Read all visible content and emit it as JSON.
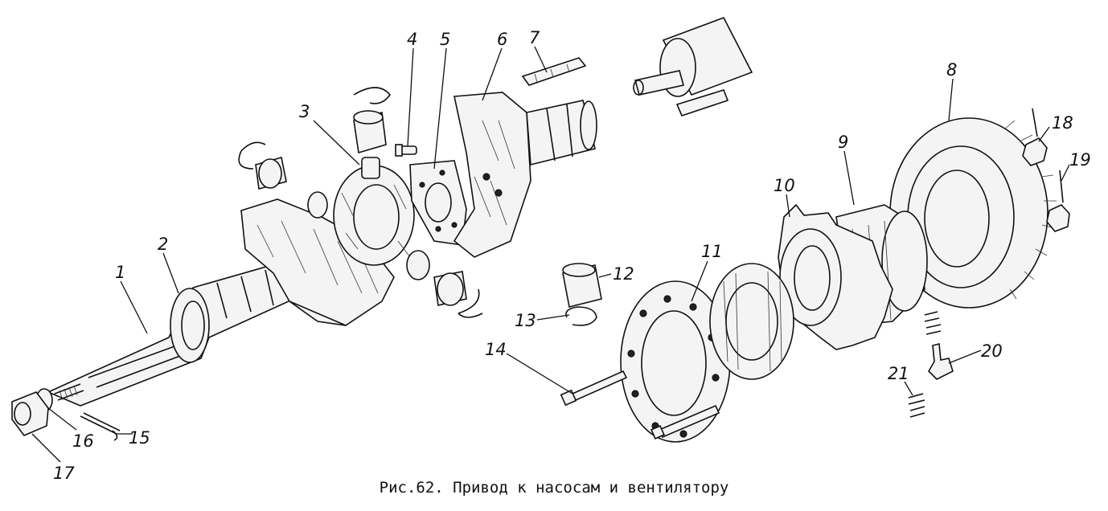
{
  "caption": "Рис.62. Привод к насосам и вентилятору",
  "callouts": [
    {
      "id": "1",
      "label": "1"
    },
    {
      "id": "2",
      "label": "2"
    },
    {
      "id": "3",
      "label": "3"
    },
    {
      "id": "4",
      "label": "4"
    },
    {
      "id": "5",
      "label": "5"
    },
    {
      "id": "6",
      "label": "6"
    },
    {
      "id": "7",
      "label": "7"
    },
    {
      "id": "8",
      "label": "8"
    },
    {
      "id": "9",
      "label": "9"
    },
    {
      "id": "10",
      "label": "10"
    },
    {
      "id": "11",
      "label": "11"
    },
    {
      "id": "12",
      "label": "12"
    },
    {
      "id": "13",
      "label": "13"
    },
    {
      "id": "14",
      "label": "14"
    },
    {
      "id": "15",
      "label": "15"
    },
    {
      "id": "16",
      "label": "16"
    },
    {
      "id": "17",
      "label": "17"
    },
    {
      "id": "18",
      "label": "18"
    },
    {
      "id": "19",
      "label": "19"
    },
    {
      "id": "20",
      "label": "20"
    },
    {
      "id": "21",
      "label": "21"
    }
  ]
}
